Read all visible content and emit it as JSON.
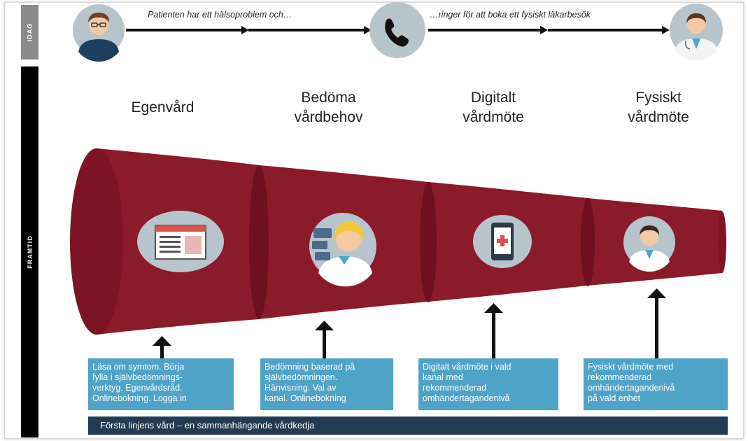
{
  "side_labels": {
    "today": "IDAG",
    "future": "FRAMTID"
  },
  "today": {
    "step1": "Patienten har ett hälsoproblem och…",
    "step2": "…ringer för att boka ett fysiskt läkarbesök"
  },
  "stages": [
    {
      "title_line1": "Egenvård",
      "title_line2": "",
      "desc_lines": [
        "Läsa om symtom. Börja",
        "fylla i självbedömnings-",
        "verktyg. Egenvårdsråd.",
        "Onlinebokning. Logga in"
      ]
    },
    {
      "title_line1": "Bedöma",
      "title_line2": "vårdbehov",
      "desc_lines": [
        "Bedömning baserad på",
        "självbedömningen.",
        "Hänvisning. Val av",
        "kanal. Onlinebokning"
      ]
    },
    {
      "title_line1": "Digitalt",
      "title_line2": "vårdmöte",
      "desc_lines": [
        "Digitalt vårdmöte i vald",
        "kanal med",
        "rekommenderad",
        "omhändertagandenivå"
      ]
    },
    {
      "title_line1": "Fysiskt",
      "title_line2": "vårdmöte",
      "desc_lines": [
        "Fysiskt vårdmöte med",
        "rekommenderad",
        "omhändertagandenivå",
        "på vald enhet"
      ]
    }
  ],
  "bottom_bar": "Första linjens vård – en sammanhängande vårdkedja",
  "colors": {
    "funnel": "#8b1a2b",
    "funnel_dark": "#6e1020",
    "circle": "#b8c4cc",
    "desc_box": "#4fa3c7",
    "bar": "#223b52"
  },
  "icons": [
    "patient-avatar-icon",
    "phone-icon",
    "doctor-avatar-icon",
    "webpage-icon",
    "nurse-chat-icon",
    "mobile-medical-icon",
    "doctor-icon"
  ]
}
